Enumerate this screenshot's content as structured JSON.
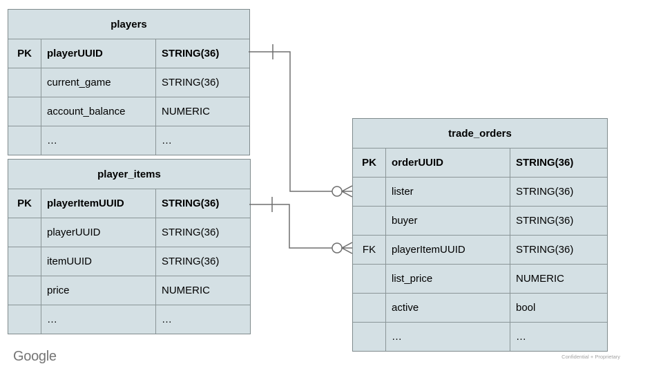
{
  "slide": {
    "brand": "Google",
    "footer_note": "Confidential + Proprietary"
  },
  "colors": {
    "table_fill": "#d4e0e4",
    "table_border": "#7f8a8c",
    "gridline": "#8a9597",
    "connector": "#6e6e6e",
    "background": "#ffffff",
    "brand_gray": "#757575",
    "footer_gray": "#a3a3a3"
  },
  "tables": [
    {
      "id": "players",
      "title": "players",
      "rows": [
        {
          "key": "PK",
          "name": "playerUUID",
          "type": "STRING(36)"
        },
        {
          "key": "",
          "name": "current_game",
          "type": "STRING(36)"
        },
        {
          "key": "",
          "name": "account_balance",
          "type": "NUMERIC"
        },
        {
          "key": "",
          "name": "…",
          "type": "…"
        }
      ]
    },
    {
      "id": "player_items",
      "title": "player_items",
      "rows": [
        {
          "key": "PK",
          "name": "playerItemUUID",
          "type": "STRING(36)"
        },
        {
          "key": "",
          "name": "playerUUID",
          "type": "STRING(36)"
        },
        {
          "key": "",
          "name": "itemUUID",
          "type": "STRING(36)"
        },
        {
          "key": "",
          "name": "price",
          "type": "NUMERIC"
        },
        {
          "key": "",
          "name": "…",
          "type": "…"
        }
      ]
    },
    {
      "id": "trade_orders",
      "title": "trade_orders",
      "rows": [
        {
          "key": "PK",
          "name": "orderUUID",
          "type": "STRING(36)"
        },
        {
          "key": "",
          "name": "lister",
          "type": "STRING(36)"
        },
        {
          "key": "",
          "name": "buyer",
          "type": "STRING(36)"
        },
        {
          "key": "FK",
          "name": "playerItemUUID",
          "type": "STRING(36)"
        },
        {
          "key": "",
          "name": "list_price",
          "type": "NUMERIC"
        },
        {
          "key": "",
          "name": "active",
          "type": "bool"
        },
        {
          "key": "",
          "name": "…",
          "type": "…"
        }
      ]
    }
  ],
  "relationships": [
    {
      "from": "players.playerUUID",
      "to": "trade_orders.lister",
      "from_cardinality": "one",
      "to_cardinality": "zero-or-many"
    },
    {
      "from": "player_items.playerItemUUID",
      "to": "trade_orders.playerItemUUID",
      "from_cardinality": "one",
      "to_cardinality": "zero-or-many"
    }
  ]
}
